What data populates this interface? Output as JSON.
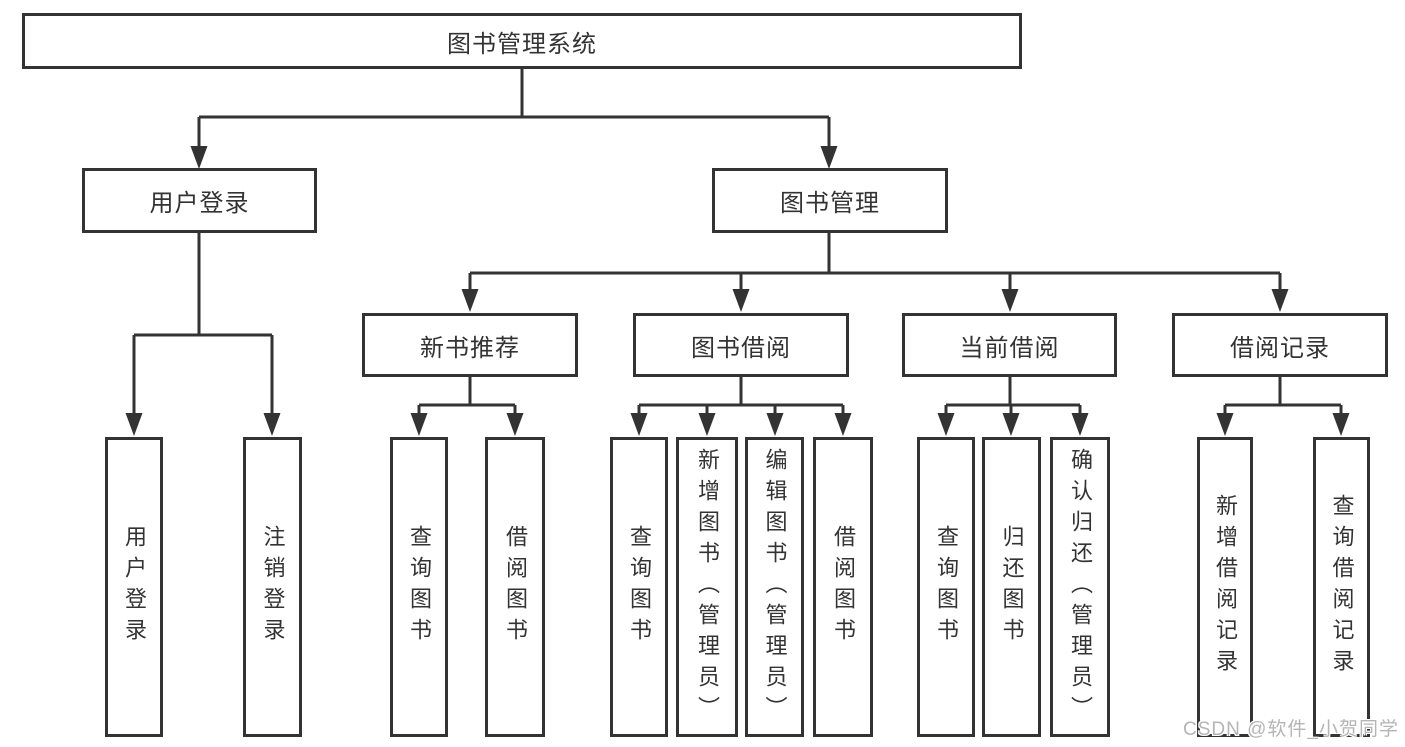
{
  "diagram": {
    "title": "图书管理系统",
    "colors": {
      "line": "#333333",
      "box_background": "#ffffff",
      "text": "#333333",
      "watermark_text": "#b5b5b5"
    },
    "tree": {
      "root": {
        "label": "图书管理系统"
      },
      "user_login": {
        "label": "用户登录",
        "children": {
          "login": {
            "label": "用户登录"
          },
          "logout": {
            "label": "注销登录"
          }
        }
      },
      "book_mgmt": {
        "label": "图书管理",
        "new_book": {
          "label": "新书推荐",
          "children": {
            "query": {
              "label": "查询图书"
            },
            "borrow": {
              "label": "借阅图书"
            }
          }
        },
        "borrowing": {
          "label": "图书借阅",
          "children": {
            "query": {
              "label": "查询图书"
            },
            "add": {
              "label": "新增图书（管理员）"
            },
            "edit": {
              "label": "编辑图书（管理员）"
            },
            "borrow": {
              "label": "借阅图书"
            }
          }
        },
        "current": {
          "label": "当前借阅",
          "children": {
            "query": {
              "label": "查询图书"
            },
            "return": {
              "label": "归还图书"
            },
            "confirm": {
              "label": "确认归还（管理员）"
            }
          }
        },
        "records": {
          "label": "借阅记录",
          "children": {
            "add": {
              "label": "新增借阅记录"
            },
            "query": {
              "label": "查询借阅记录"
            }
          }
        }
      }
    },
    "watermark": {
      "text": "CSDN @软件_小贺同学"
    }
  }
}
